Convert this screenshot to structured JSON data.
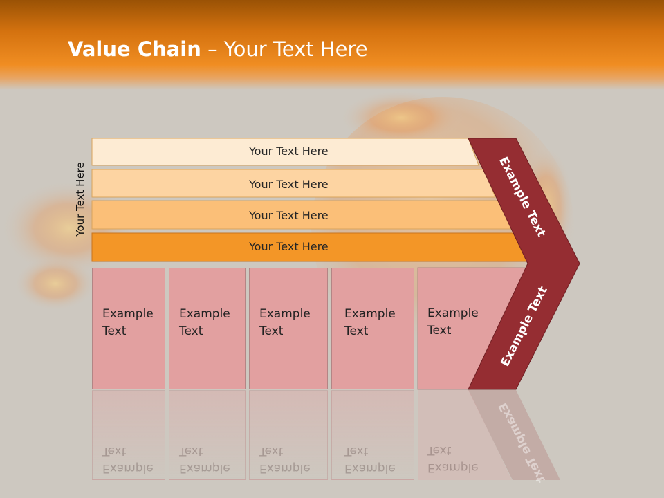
{
  "slide": {
    "title_bold": "Value Chain",
    "title_rest": " – Your Text Here",
    "side_label": "Your Text Here"
  },
  "bars": [
    {
      "label": "Your Text Here",
      "color": "#fdebd3"
    },
    {
      "label": "Your Text Here",
      "color": "#fdd4a2"
    },
    {
      "label": "Your Text Here",
      "color": "#fbbf78"
    },
    {
      "label": "Your Text Here",
      "color": "#f39627"
    }
  ],
  "boxes": [
    {
      "line1": "Example",
      "line2": "Text"
    },
    {
      "line1": "Example",
      "line2": "Text"
    },
    {
      "line1": "Example",
      "line2": "Text"
    },
    {
      "line1": "Example",
      "line2": "Text"
    },
    {
      "line1": "Example",
      "line2": "Text"
    }
  ],
  "chevron": {
    "upper_label": "Example Text",
    "lower_label": "Example Text",
    "color": "#952d32"
  },
  "colors": {
    "header": "#e8861b",
    "background": "#cdc8c0",
    "box": "#e2a0a0"
  }
}
